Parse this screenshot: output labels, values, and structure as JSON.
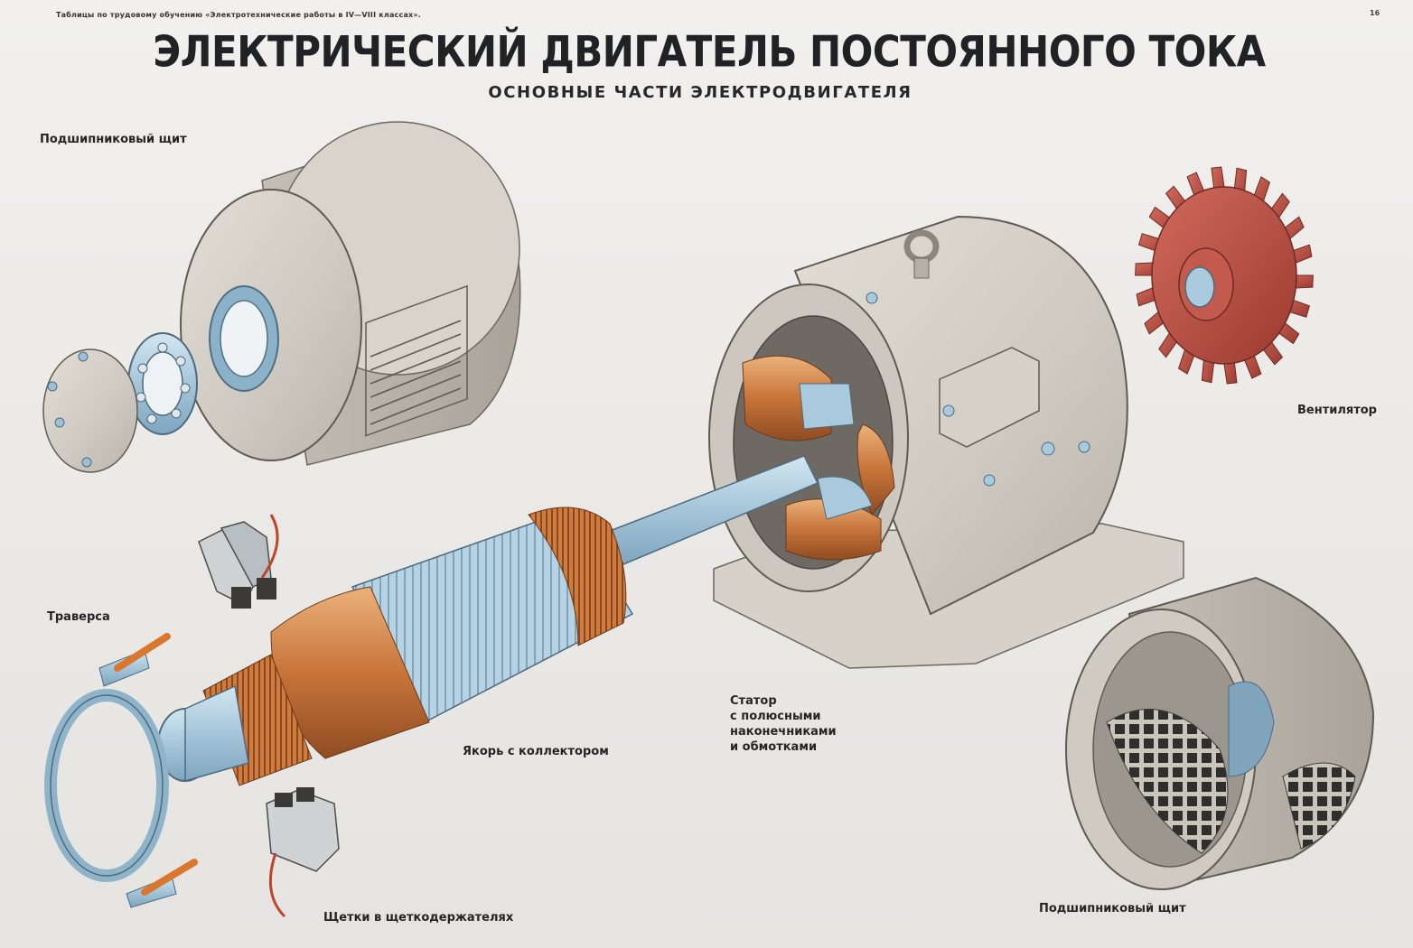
{
  "poster": {
    "series_note": "Таблицы по трудовому обучению «Электротехнические работы в IV—VIII классах».",
    "sheet_number": "16",
    "title": "ЭЛЕКТРИЧЕСКИЙ ДВИГАТЕЛЬ ПОСТОЯННОГО ТОКА",
    "subtitle": "ОСНОВНЫЕ ЧАСТИ ЭЛЕКТРОДВИГАТЕЛЯ"
  },
  "labels": {
    "bearing_shield_top": "Подшипниковый щит",
    "fan": "Вентилятор",
    "traverse": "Траверса",
    "stator_lines": [
      "Статор",
      "с полюсными",
      "наконечниками",
      "и обмотками"
    ],
    "armature": "Якорь с коллектором",
    "brushes": "Щетки в щеткодержателях",
    "bearing_shield_bottom": "Подшипниковый щит"
  },
  "colors": {
    "title": "#202226",
    "casting": "#cfcbc3",
    "steel": "#a9c9dc",
    "copper": "#c8743a",
    "fan_red": "#b9483d",
    "background": "#ebe9e6"
  }
}
